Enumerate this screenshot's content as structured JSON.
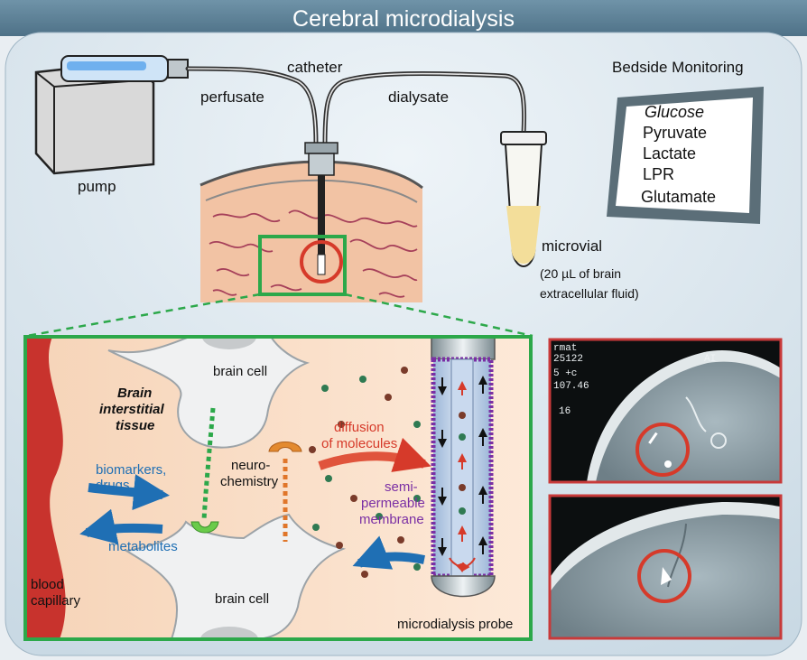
{
  "title": "Cerebral microdialysis",
  "labels": {
    "catheter": "catheter",
    "perfusate": "perfusate",
    "dialysate": "dialysate",
    "pump": "pump",
    "microvial": "microvial",
    "microvial_note_1": "(20 µL of brain",
    "microvial_note_2": "extracellular fluid)"
  },
  "monitoring": {
    "heading": "Bedside Monitoring",
    "items": [
      "Glucose",
      "Pyruvate",
      "Lactate",
      "LPR",
      "Glutamate"
    ]
  },
  "detail": {
    "brain_cell_top": "brain cell",
    "brain_cell_bottom": "brain cell",
    "interstitial_1": "Brain",
    "interstitial_2": "interstitial",
    "interstitial_3": "tissue",
    "biomarkers_1": "biomarkers,",
    "biomarkers_2": "drugs",
    "metabolites": "metabolites",
    "neuro_1": "neuro-",
    "neuro_2": "chemistry",
    "diffusion_1": "diffusion",
    "diffusion_2": "of molecules",
    "semi_1": "semi-",
    "semi_2": "permeable",
    "semi_3": "membrane",
    "blood_1": "blood",
    "blood_2": "capillary",
    "probe": "microdialysis probe"
  },
  "ct_scan": {
    "lines": [
      "rmat",
      "25122",
      "5 +c",
      "107.46",
      "16",
      "AI"
    ]
  },
  "colors": {
    "header": "#5b7f95",
    "panel": "#dbe7ef",
    "green_frame": "#2ca84a",
    "red": "#d63a2a",
    "blue": "#1f6fb4",
    "purple": "#7a2fa4",
    "ct_border": "#c83a3a"
  }
}
